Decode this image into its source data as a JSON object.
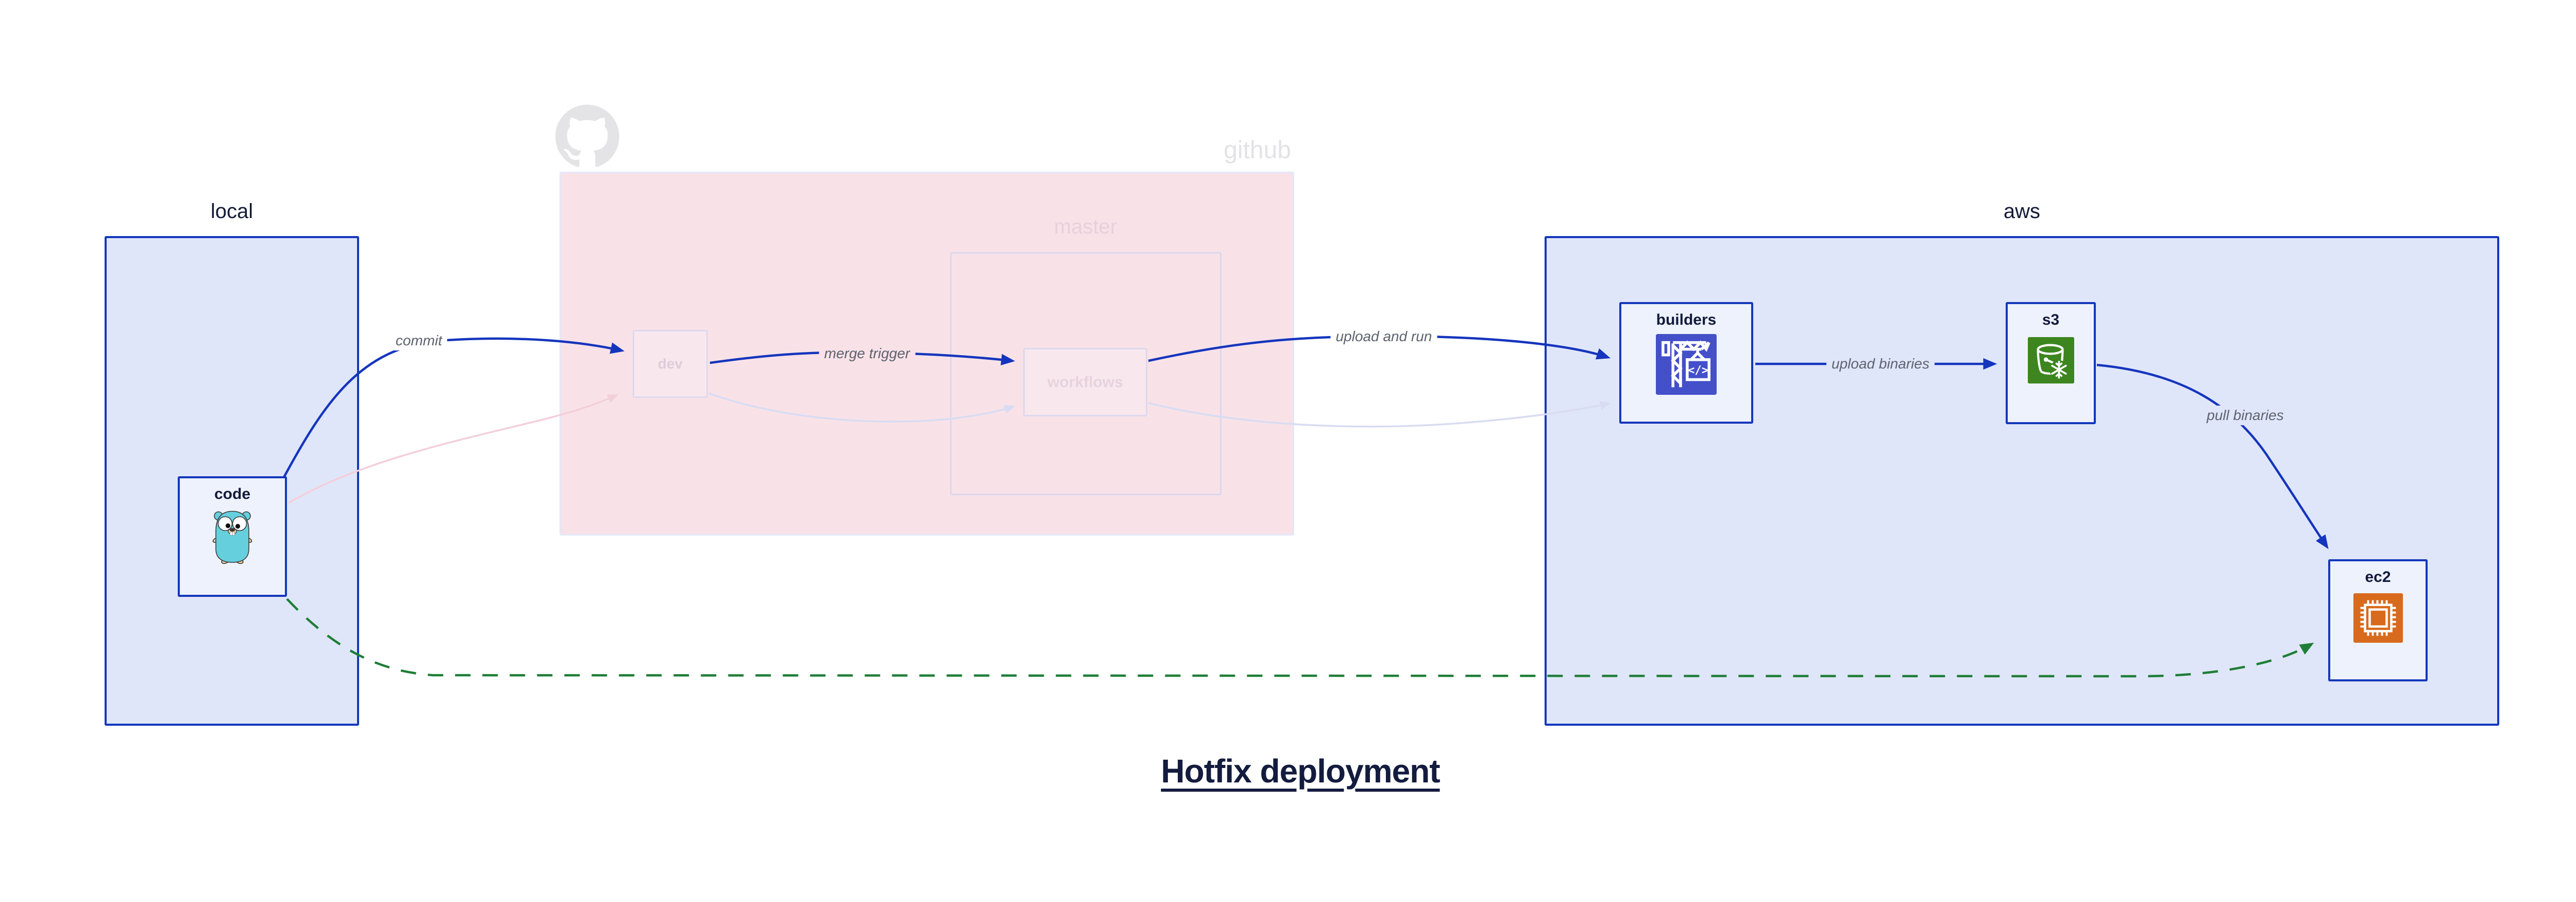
{
  "title": "Hotfix deployment",
  "containers": {
    "local": {
      "label": "local"
    },
    "github": {
      "label": "github",
      "logo_icon": "octocat-icon"
    },
    "master": {
      "label": "master"
    },
    "aws": {
      "label": "aws"
    }
  },
  "nodes": {
    "code": {
      "label": "code",
      "icon": "go-gopher-icon"
    },
    "dev": {
      "label": "dev"
    },
    "workflows": {
      "label": "workflows"
    },
    "builders": {
      "label": "builders",
      "icon": "codebuild-crane-icon",
      "icon_glyph": "</>"
    },
    "s3": {
      "label": "s3",
      "icon": "s3-glacier-bucket-icon"
    },
    "ec2": {
      "label": "ec2",
      "icon": "ec2-chip-icon"
    }
  },
  "edges": {
    "commit": {
      "label": "commit",
      "style": "bold-blue"
    },
    "merge_trigger": {
      "label": "merge trigger",
      "style": "bold-blue"
    },
    "upload_and_run": {
      "label": "upload and run",
      "style": "bold-blue"
    },
    "upload_binaries": {
      "label": "upload binaries",
      "style": "bold-blue"
    },
    "pull_binaries": {
      "label": "pull binaries",
      "style": "bold-blue"
    },
    "hotfix_path": {
      "label": "",
      "style": "green-dashed"
    },
    "faded_code_to_dev": {
      "label": "",
      "style": "faded-pink"
    },
    "faded_dev_to_workflows": {
      "label": "",
      "style": "faded-lavender"
    },
    "faded_workflows_to_builders": {
      "label": "",
      "style": "faded-lavender"
    }
  },
  "colors": {
    "accent_blue": "#1438bb",
    "arrow_blue": "#1535bd",
    "container_fill": "#e0e6fa",
    "node_fill": "#eef2fd",
    "github_pink_fill": "#f8e2e8",
    "hotfix_green": "#1f7e37",
    "faded_pink_arrow": "#f3cfdb",
    "faded_lavender_arrow": "#d8dcf2",
    "edge_label_gray": "#5d636e",
    "title_navy": "#131c3e",
    "codebuild_indigo": "#4450c9",
    "s3_green": "#3d861f",
    "ec2_orange": "#d86a1d",
    "gopher_teal": "#66cfdd",
    "octocat_gray": "#e4e4e7"
  }
}
